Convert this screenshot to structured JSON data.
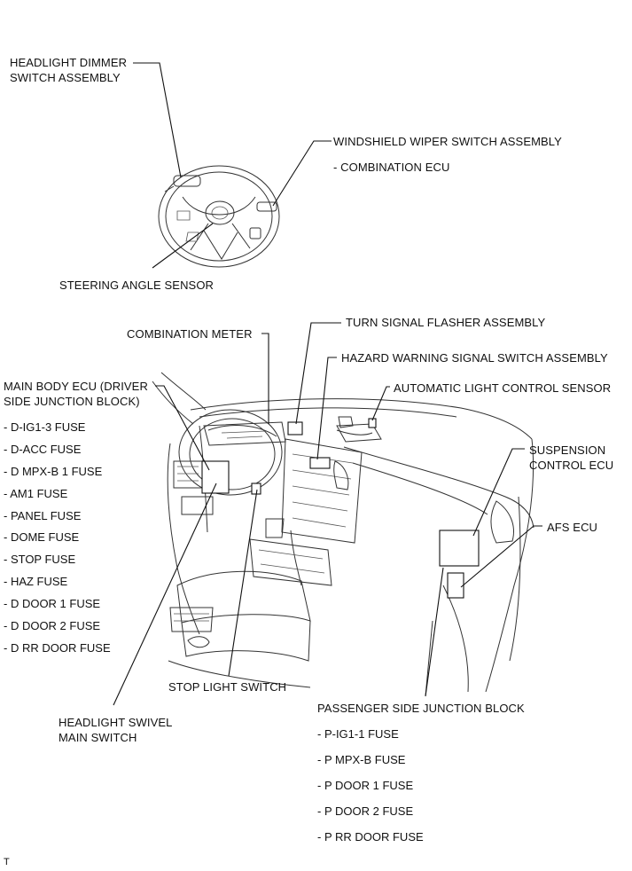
{
  "labels": {
    "headlight_dimmer": [
      "HEADLIGHT DIMMER",
      "SWITCH ASSEMBLY"
    ],
    "windshield_wiper": "WINDSHIELD WIPER SWITCH ASSEMBLY",
    "combination_ecu": "- COMBINATION ECU",
    "steering_angle": "STEERING ANGLE SENSOR",
    "turn_signal": "TURN SIGNAL FLASHER ASSEMBLY",
    "combination_meter": "COMBINATION METER",
    "hazard_warning": "HAZARD WARNING SIGNAL SWITCH ASSEMBLY",
    "main_body_ecu": [
      "MAIN BODY ECU (DRIVER",
      "SIDE JUNCTION BLOCK)"
    ],
    "automatic_light": "AUTOMATIC LIGHT CONTROL SENSOR",
    "suspension": [
      "SUSPENSION",
      "CONTROL ECU"
    ],
    "afs_ecu": "AFS ECU",
    "stop_light": "STOP LIGHT SWITCH",
    "headlight_swivel": [
      "HEADLIGHT SWIVEL",
      "MAIN SWITCH"
    ],
    "passenger_jb": "PASSENGER SIDE JUNCTION BLOCK",
    "corner_mark": "T"
  },
  "driver_fuses": [
    "- D-IG1-3 FUSE",
    "- D-ACC FUSE",
    "- D MPX-B 1 FUSE",
    "- AM1 FUSE",
    "- PANEL FUSE",
    "- DOME FUSE",
    "- STOP FUSE",
    "- HAZ FUSE",
    "- D DOOR 1 FUSE",
    "- D DOOR 2 FUSE",
    "- D RR DOOR FUSE"
  ],
  "passenger_fuses": [
    "- P-IG1-1 FUSE",
    "- P MPX-B FUSE",
    "- P DOOR 1 FUSE",
    "- P DOOR 2 FUSE",
    "- P RR DOOR FUSE"
  ]
}
